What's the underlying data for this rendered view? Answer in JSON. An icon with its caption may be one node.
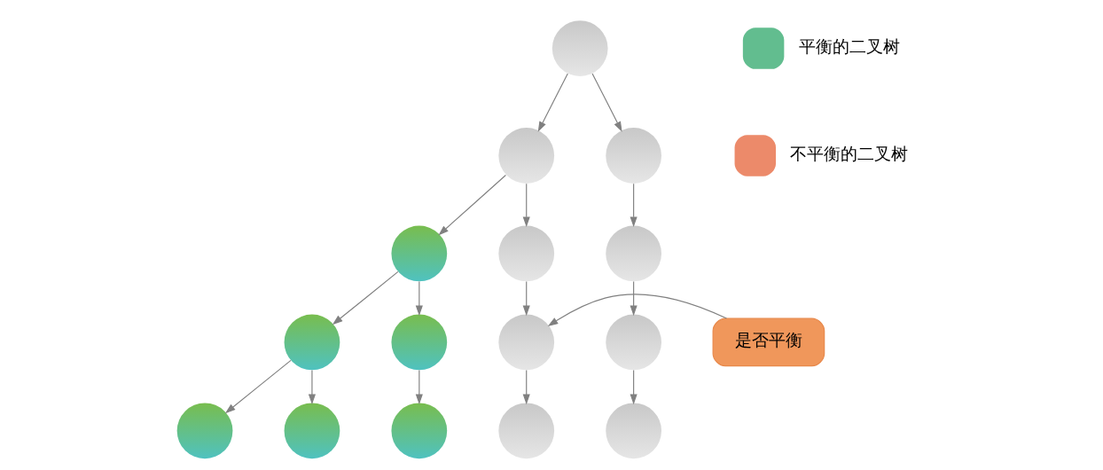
{
  "diagram": {
    "nodes": [
      {
        "text": [],
        "shape": "circle"
      },
      {
        "text": [],
        "shape": "circle"
      },
      {
        "text": [],
        "shape": "circle"
      },
      {
        "text": [],
        "shape": "circle"
      },
      {
        "text": [],
        "shape": "circle"
      },
      {
        "text": [],
        "shape": "circle"
      },
      {
        "text": [],
        "shape": "circle"
      },
      {
        "text": [],
        "shape": "circle"
      },
      {
        "text": [],
        "shape": "circle"
      },
      {
        "text": [],
        "shape": "circle"
      },
      {
        "text": [],
        "shape": "circle"
      },
      {
        "text": [],
        "shape": "circle"
      },
      {
        "text": [],
        "shape": "circle"
      },
      {
        "text": [],
        "shape": "circle"
      },
      {
        "text": [],
        "shape": "circle"
      },
      {
        "text": [
          "是否平衡"
        ]
      }
    ],
    "edges": [
      {
        "from": 0,
        "to": 1,
        "arrow": "to"
      },
      {
        "from": 0,
        "to": 2,
        "arrow": "to"
      },
      {
        "from": 1,
        "to": 3,
        "arrow": "to"
      },
      {
        "from": 1,
        "to": 4,
        "arrow": "to"
      },
      {
        "from": 2,
        "to": 5,
        "arrow": "to"
      },
      {
        "from": 3,
        "to": 6,
        "arrow": "to"
      },
      {
        "from": 3,
        "to": 7,
        "arrow": "to"
      },
      {
        "from": 4,
        "to": 8,
        "arrow": "to"
      },
      {
        "from": 5,
        "to": 9,
        "arrow": "to"
      },
      {
        "from": 6,
        "to": 10,
        "arrow": "to"
      },
      {
        "from": 6,
        "to": 11,
        "arrow": "to"
      },
      {
        "from": 7,
        "to": 12,
        "arrow": "to"
      },
      {
        "from": 8,
        "to": 13,
        "arrow": "to"
      },
      {
        "from": 9,
        "to": 14,
        "arrow": "to"
      },
      {
        "from": 15,
        "to": 8,
        "arrow": "to"
      }
    ],
    "legend": [
      {
        "text": "平衡的二叉树",
        "color": "#62bd8f"
      },
      {
        "text": "不平衡的二叉树",
        "color": "#ec8a6a"
      }
    ]
  }
}
